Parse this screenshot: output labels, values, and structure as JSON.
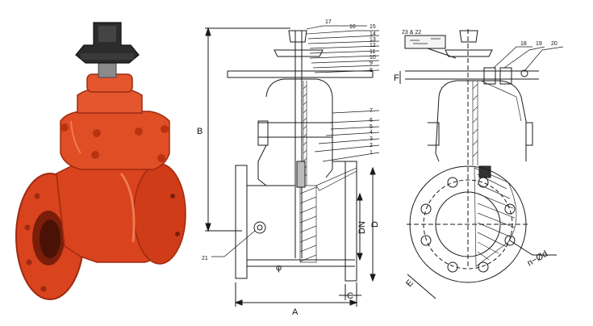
{
  "colors": {
    "valve_body": "#d9431d",
    "valve_shadow": "#9e2a10",
    "valve_highlight": "#f07a4f",
    "operating_nut": "#2c2c2c",
    "hatch": "#333333",
    "line": "#1a1a1a"
  },
  "photo": {
    "subject": "gate valve",
    "icons": [
      "operating-nut-icon",
      "valve-body-icon"
    ]
  },
  "section_view": {
    "balloons": [
      "17",
      "16",
      "15",
      "14",
      "13",
      "12",
      "11",
      "10",
      "9",
      "8",
      "7",
      "6",
      "5",
      "4",
      "3",
      "2",
      "1"
    ],
    "balloon_21": "21",
    "dims": {
      "A": "A",
      "B": "B",
      "DN": "DN",
      "D": "D",
      "C": "C",
      "phi": "φ"
    }
  },
  "side_view": {
    "balloon_23_22": "23 & 22",
    "balloons_top": [
      "18",
      "19",
      "20"
    ],
    "dims": {
      "F": "F",
      "n_od": "n−Ød",
      "E": "E"
    }
  }
}
